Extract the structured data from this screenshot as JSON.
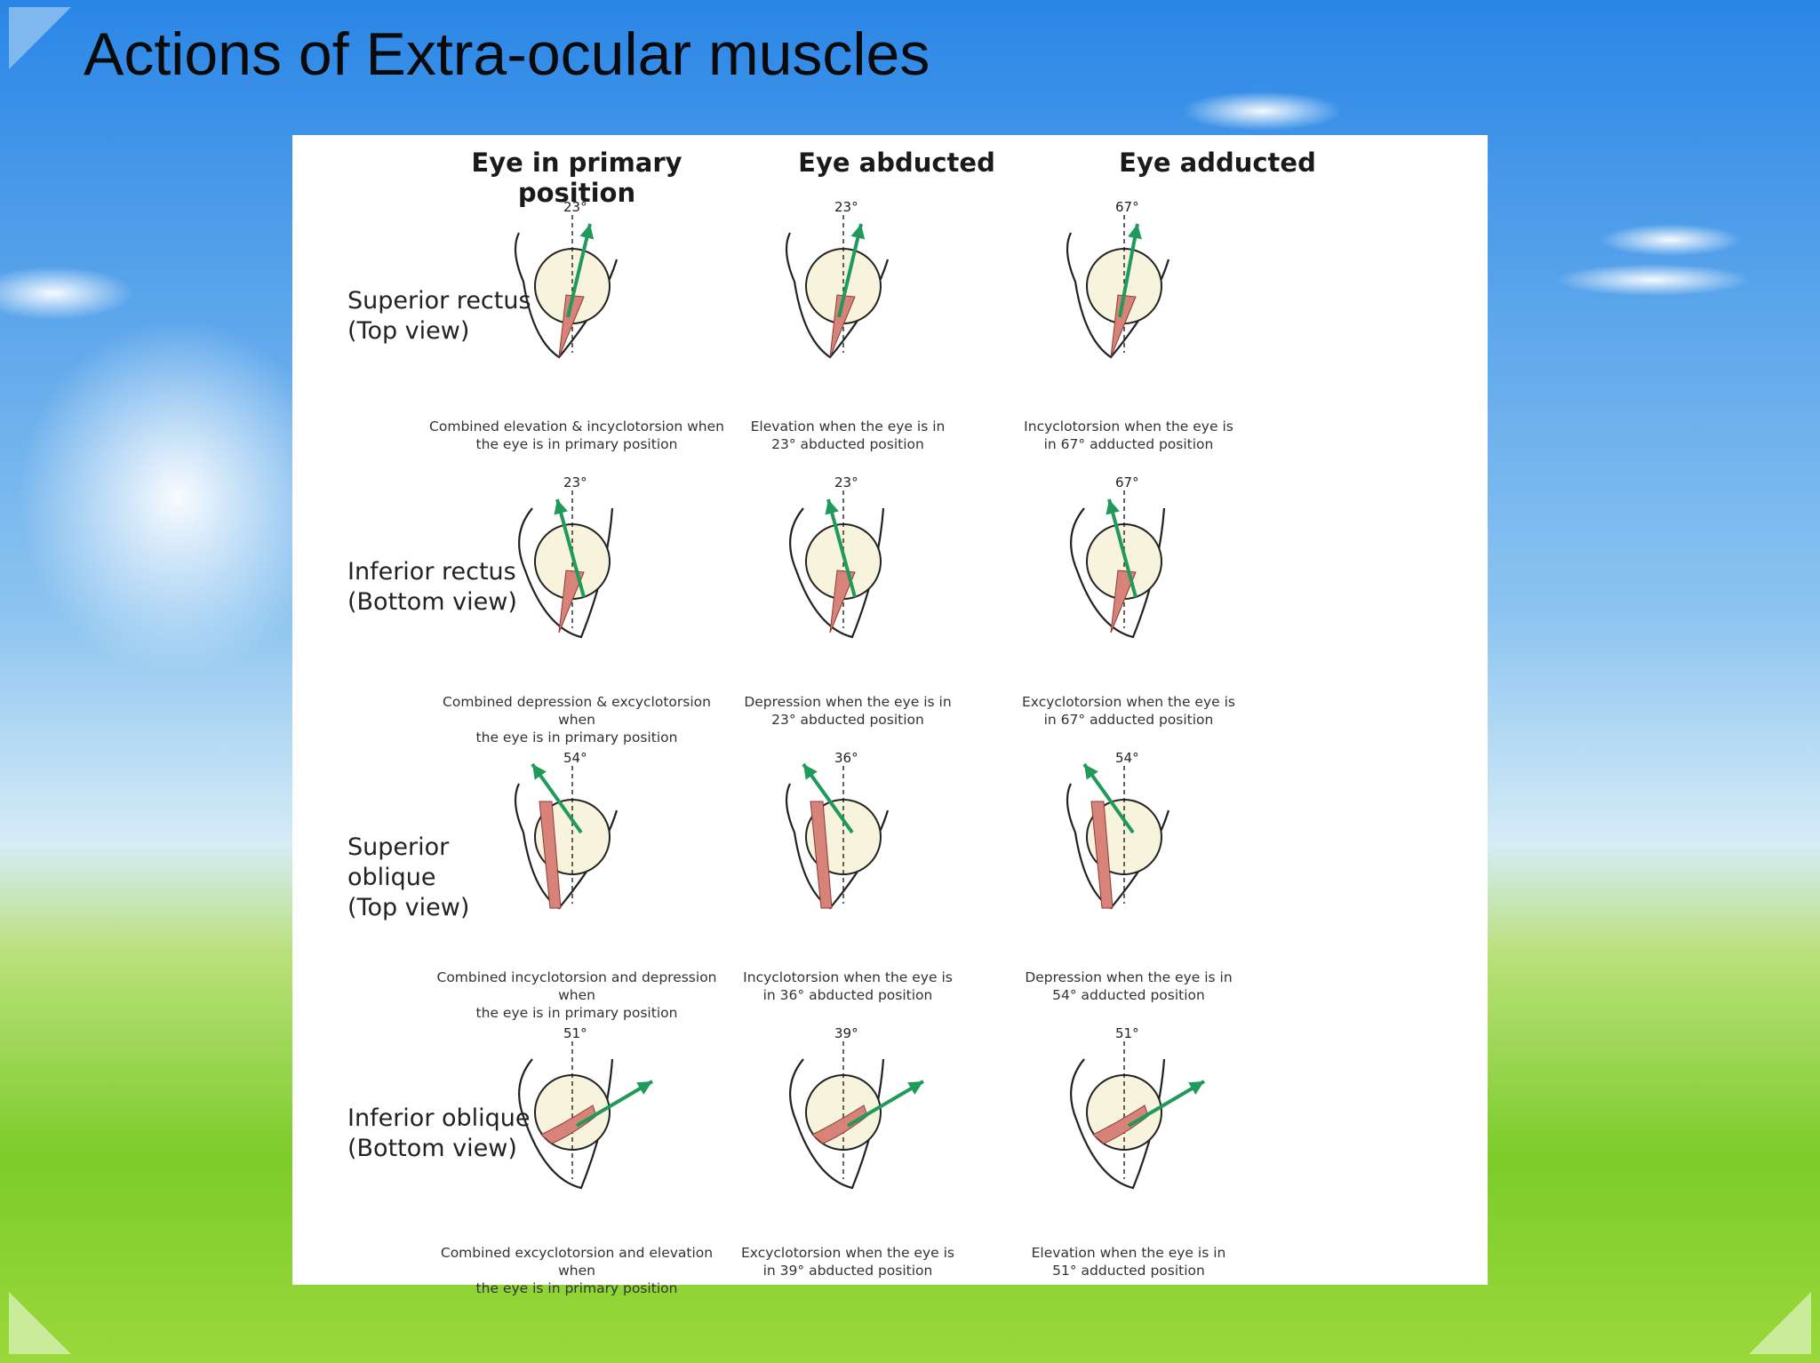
{
  "slide": {
    "title": "Actions of Extra-ocular muscles"
  },
  "columns": [
    "Eye in primary position",
    "Eye abducted",
    "Eye adducted"
  ],
  "rows": [
    {
      "label_line1": "Superior rectus",
      "label_line2": "(Top view)",
      "cells": [
        {
          "angle": "23°",
          "caption_line1": "Combined elevation & incyclotorsion when",
          "caption_line2": "the eye is in primary position"
        },
        {
          "angle": "23°",
          "caption_line1": "Elevation when the eye is in",
          "caption_line2": "23° abducted position"
        },
        {
          "angle": "67°",
          "caption_line1": "Incyclotorsion when the eye is",
          "caption_line2": "in 67° adducted position"
        }
      ]
    },
    {
      "label_line1": "Inferior rectus",
      "label_line2": "(Bottom view)",
      "cells": [
        {
          "angle": "23°",
          "caption_line1": "Combined depression & excyclotorsion when",
          "caption_line2": "the eye is in primary position"
        },
        {
          "angle": "23°",
          "caption_line1": "Depression when the eye is in",
          "caption_line2": "23° abducted position"
        },
        {
          "angle": "67°",
          "caption_line1": "Excyclotorsion when the eye is",
          "caption_line2": "in 67° adducted position"
        }
      ]
    },
    {
      "label_line1": "Superior oblique",
      "label_line2": "(Top view)",
      "cells": [
        {
          "angle": "54°",
          "caption_line1": "Combined incyclotorsion and depression when",
          "caption_line2": "the eye is in primary position"
        },
        {
          "angle": "36°",
          "caption_line1": "Incyclotorsion when the eye is",
          "caption_line2": "in 36° abducted position"
        },
        {
          "angle": "54°",
          "caption_line1": "Depression when the eye is in",
          "caption_line2": "54° adducted position"
        }
      ]
    },
    {
      "label_line1": "Inferior oblique",
      "label_line2": "(Bottom view)",
      "cells": [
        {
          "angle": "51°",
          "caption_line1": "Combined excyclotorsion and elevation when",
          "caption_line2": "the eye is in primary position"
        },
        {
          "angle": "39°",
          "caption_line1": "Excyclotorsion when the eye is",
          "caption_line2": "in 39° abducted position"
        },
        {
          "angle": "51°",
          "caption_line1": "Elevation when the eye is in",
          "caption_line2": "51° adducted position"
        }
      ]
    }
  ],
  "colors": {
    "arrow": "#1f9a5a",
    "muscle": "#d8837a",
    "globe": "#f7f3dc",
    "sky": "#3d93e6",
    "grass": "#8bd43a"
  }
}
